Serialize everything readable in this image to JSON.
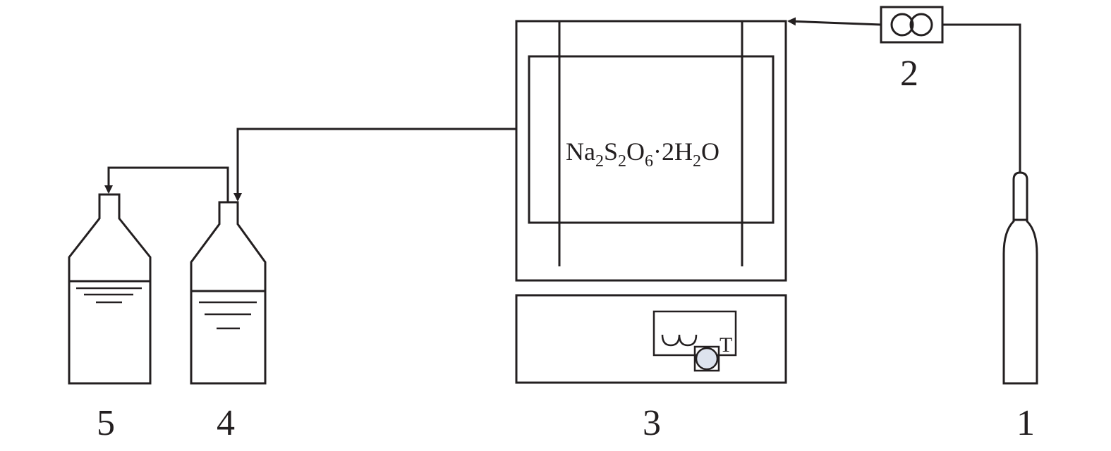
{
  "labels": {
    "cylinder": "1",
    "flowmeter": "2",
    "furnace": "3",
    "bottle_4": "4",
    "bottle_5": "5"
  },
  "formula": {
    "p1": "Na",
    "s1": "2",
    "p2": "S",
    "s2": "2",
    "p3": "O",
    "s3": "6",
    "p4": "·2H",
    "s4": "2",
    "p5": "O"
  },
  "thermocouple_label": "T",
  "colors": {
    "line": "#231f20",
    "knob_fill": "#dde3ee"
  }
}
